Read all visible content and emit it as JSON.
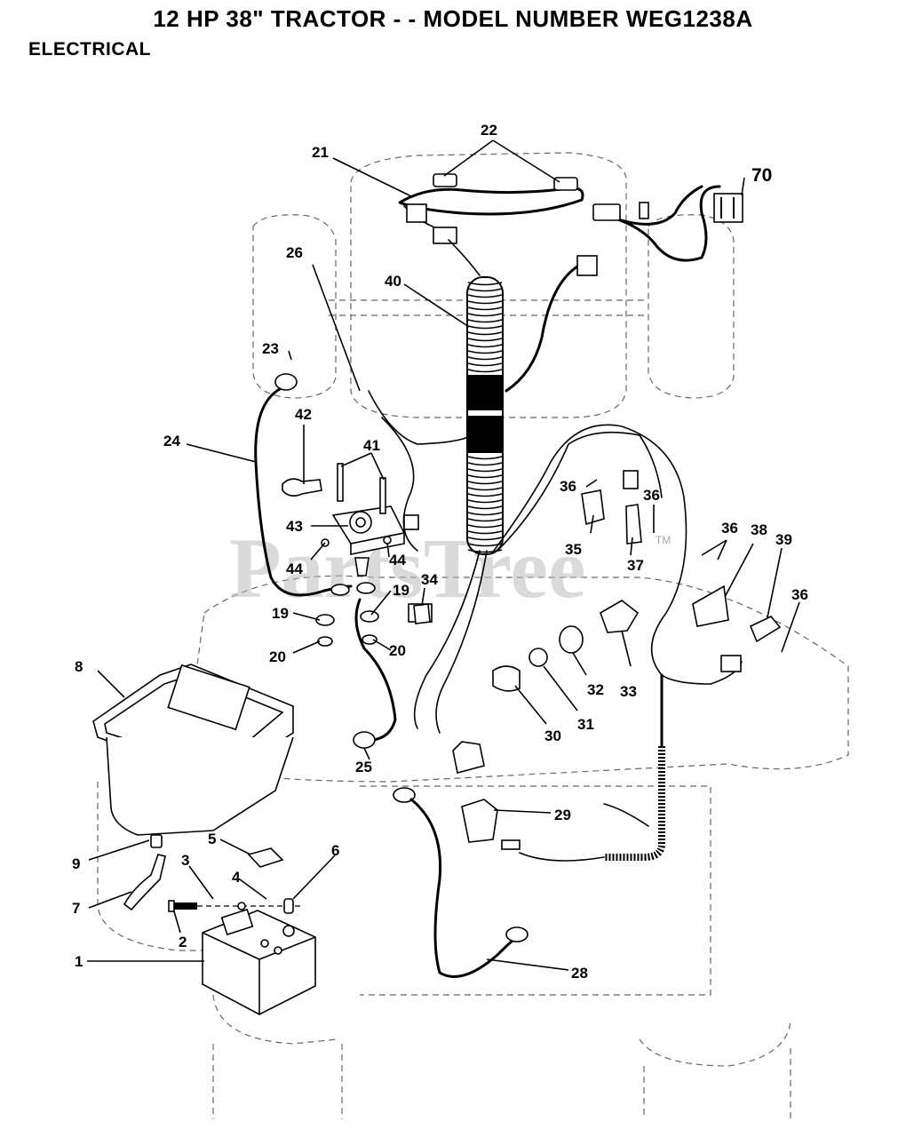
{
  "header": {
    "title": "12 HP 38\" TRACTOR - - MODEL NUMBER WEG1238A",
    "section": "ELECTRICAL"
  },
  "watermark": {
    "text": "PartsTree",
    "tm": "TM"
  },
  "callouts": {
    "c1": "1",
    "c2": "2",
    "c3": "3",
    "c4": "4",
    "c5": "5",
    "c6": "6",
    "c7": "7",
    "c8": "8",
    "c9": "9",
    "c19a": "19",
    "c19b": "19",
    "c20a": "20",
    "c20b": "20",
    "c21": "21",
    "c22": "22",
    "c23": "23",
    "c24": "24",
    "c25": "25",
    "c26": "26",
    "c28": "28",
    "c29": "29",
    "c30": "30",
    "c31": "31",
    "c32": "32",
    "c33": "33",
    "c34": "34",
    "c35": "35",
    "c36a": "36",
    "c36b": "36",
    "c36c": "36",
    "c36d": "36",
    "c37": "37",
    "c38": "38",
    "c39": "39",
    "c40": "40",
    "c41": "41",
    "c42": "42",
    "c43": "43",
    "c44a": "44",
    "c44b": "44",
    "c70": "70"
  }
}
